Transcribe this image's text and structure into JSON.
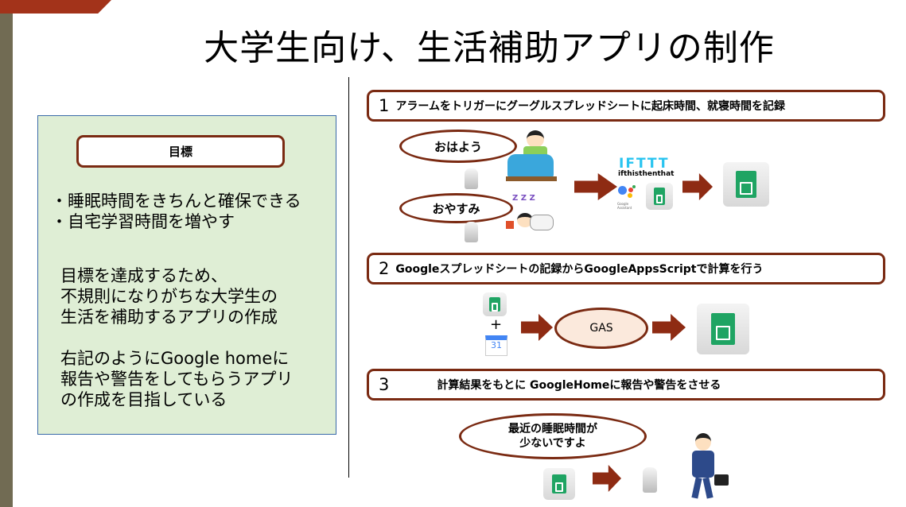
{
  "title": "大学生向け、生活補助アプリの制作",
  "goal": {
    "label": "目標",
    "bullets": [
      "・睡眠時間をきちんと確保できる",
      "・自宅学習時間を増やす"
    ],
    "para1": [
      "目標を達成するため、",
      "不規則になりがちな大学生の",
      "生活を補助するアプリの作成"
    ],
    "para2": [
      "右記のようにGoogle homeに",
      "報告や警告をしてもらうアプリ",
      "の作成を目指している"
    ]
  },
  "steps": [
    {
      "num": "1",
      "text": "アラームをトリガーにグーグルスプレッドシートに起床時間、就寝時間を記録"
    },
    {
      "num": "2",
      "text": "Googleスプレッドシートの記録からGoogleAppsScriptで計算を行う"
    },
    {
      "num": "3",
      "text": "計算結果をもとに GoogleHomeに報告や警告をさせる"
    }
  ],
  "bubbles": {
    "morning": "おはよう",
    "night": "おやすみ",
    "report": [
      "最近の睡眠時間が",
      "少ないですよ"
    ]
  },
  "ifttt": {
    "logo": "IFTTT",
    "tagline": "ifthisthenthat",
    "assistant": "Google Assistant"
  },
  "gas": "GAS",
  "plus": "+",
  "calendar": "31",
  "sleep_z": "Z Z Z"
}
